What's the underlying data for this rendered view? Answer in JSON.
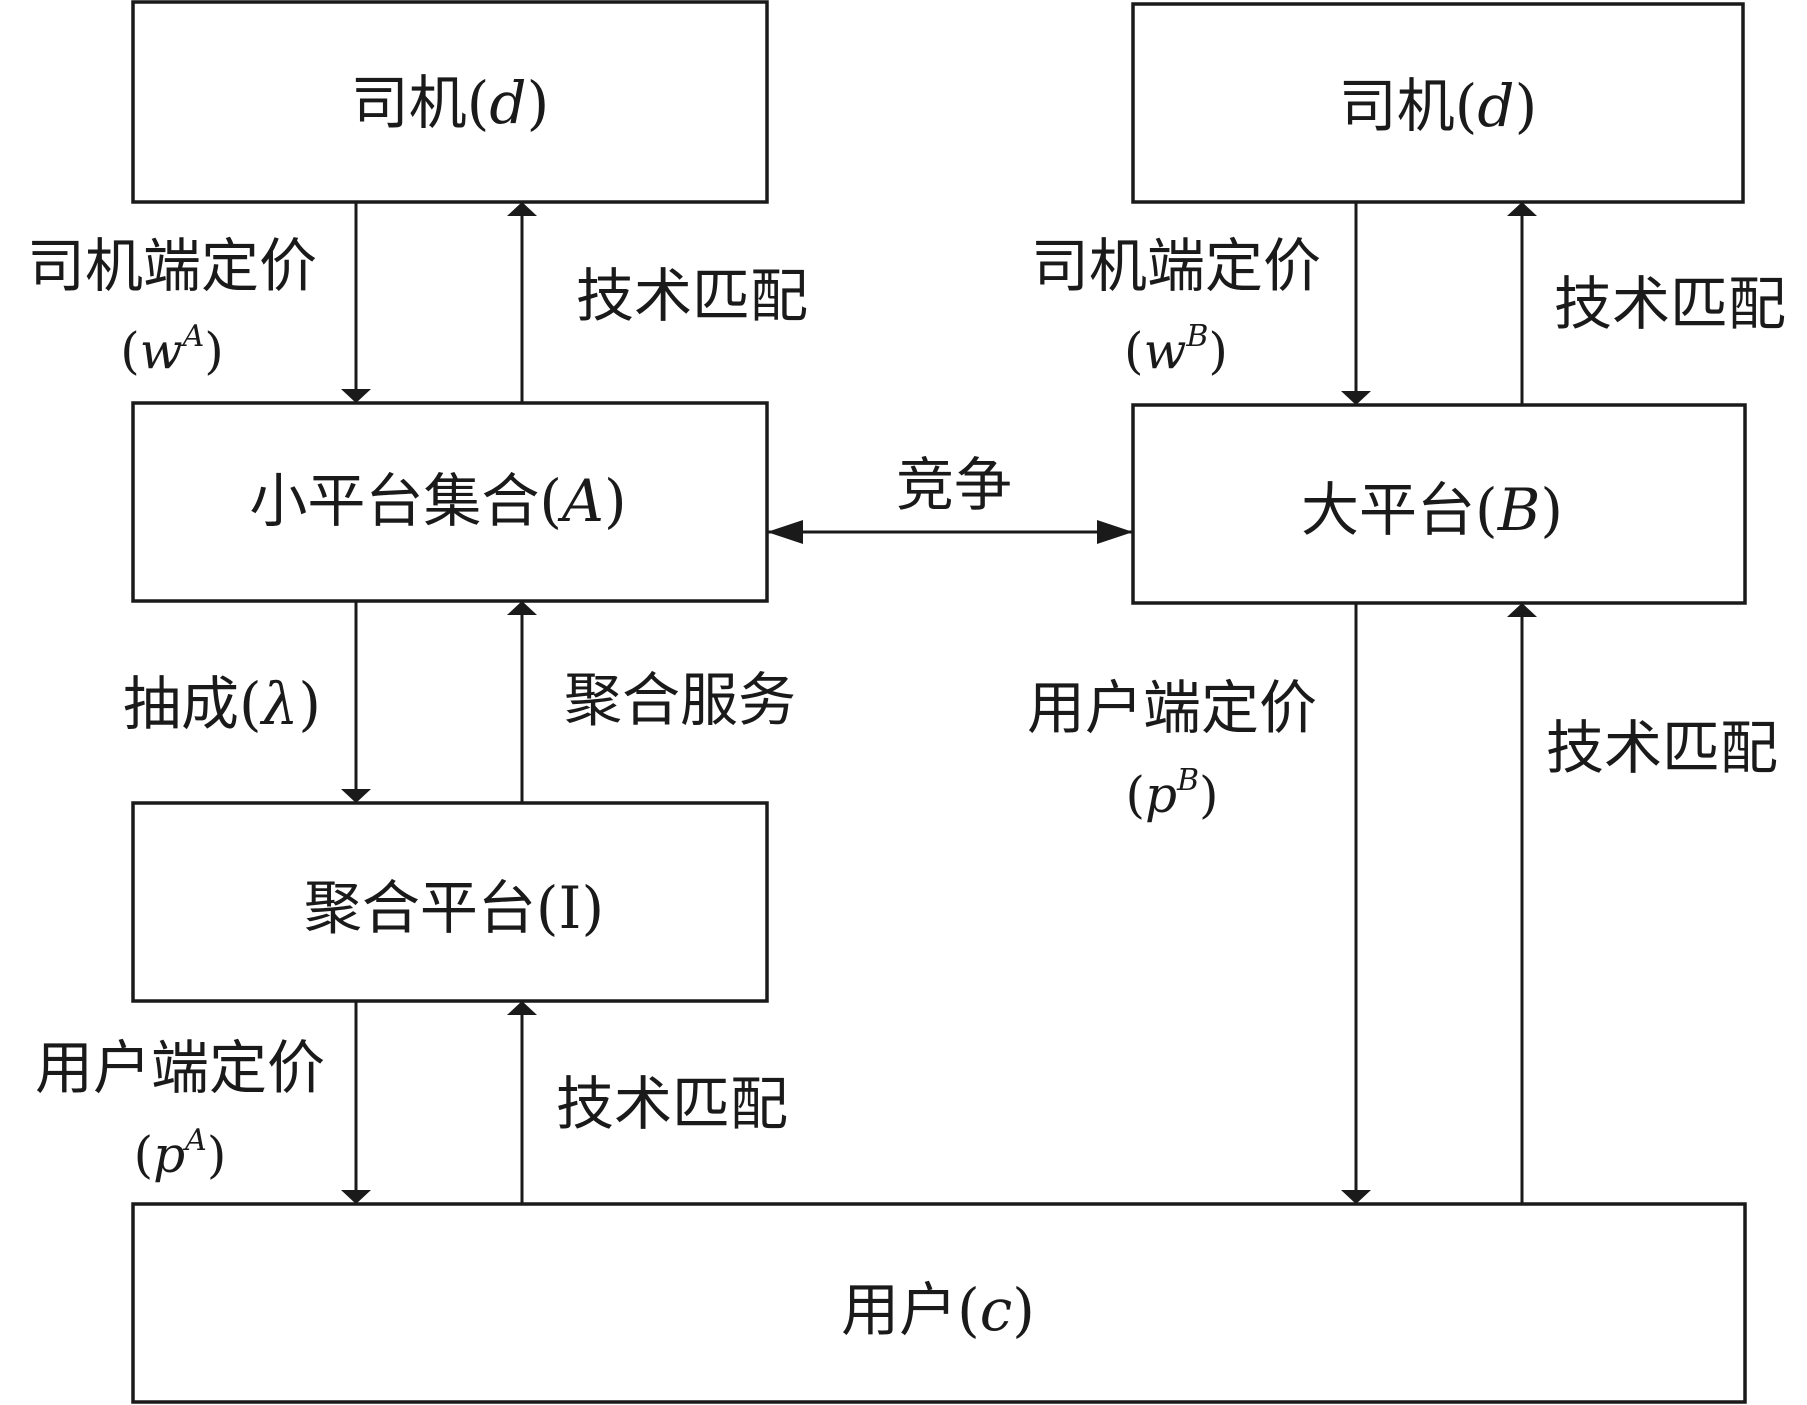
{
  "nodes": {
    "driver_left": {
      "label": "司机(",
      "var": "d",
      "close": ")"
    },
    "driver_right": {
      "label": "司机(",
      "var": "d",
      "close": ")"
    },
    "small_platforms": {
      "label": "小平台集合(",
      "var": "A",
      "close": ")"
    },
    "big_platform": {
      "label": "大平台(",
      "var": "B",
      "close": ")"
    },
    "aggregator": {
      "label": "聚合平台(I)"
    },
    "users": {
      "label": "用户(",
      "var": "c",
      "close": ")"
    }
  },
  "edges": {
    "driver_pricing_A": {
      "label": "司机端定价",
      "open": "(",
      "var": "w",
      "sup": "A",
      "close": ")"
    },
    "tech_match_driver_A": {
      "label": "技术匹配"
    },
    "driver_pricing_B": {
      "label": "司机端定价",
      "open": "(",
      "var": "w",
      "sup": "B",
      "close": ")"
    },
    "tech_match_driver_B": {
      "label": "技术匹配"
    },
    "competition": {
      "label": "竞争"
    },
    "commission": {
      "label": "抽成(",
      "var": "λ",
      "close": ")"
    },
    "aggregation_service": {
      "label": "聚合服务"
    },
    "user_pricing_A": {
      "label": "用户端定价",
      "open": "(",
      "var": "p",
      "sup": "A",
      "close": ")"
    },
    "tech_match_user_A": {
      "label": "技术匹配"
    },
    "user_pricing_B": {
      "label": "用户端定价",
      "open": "(",
      "var": "p",
      "sup": "B",
      "close": ")"
    },
    "tech_match_user_B": {
      "label": "技术匹配"
    }
  }
}
